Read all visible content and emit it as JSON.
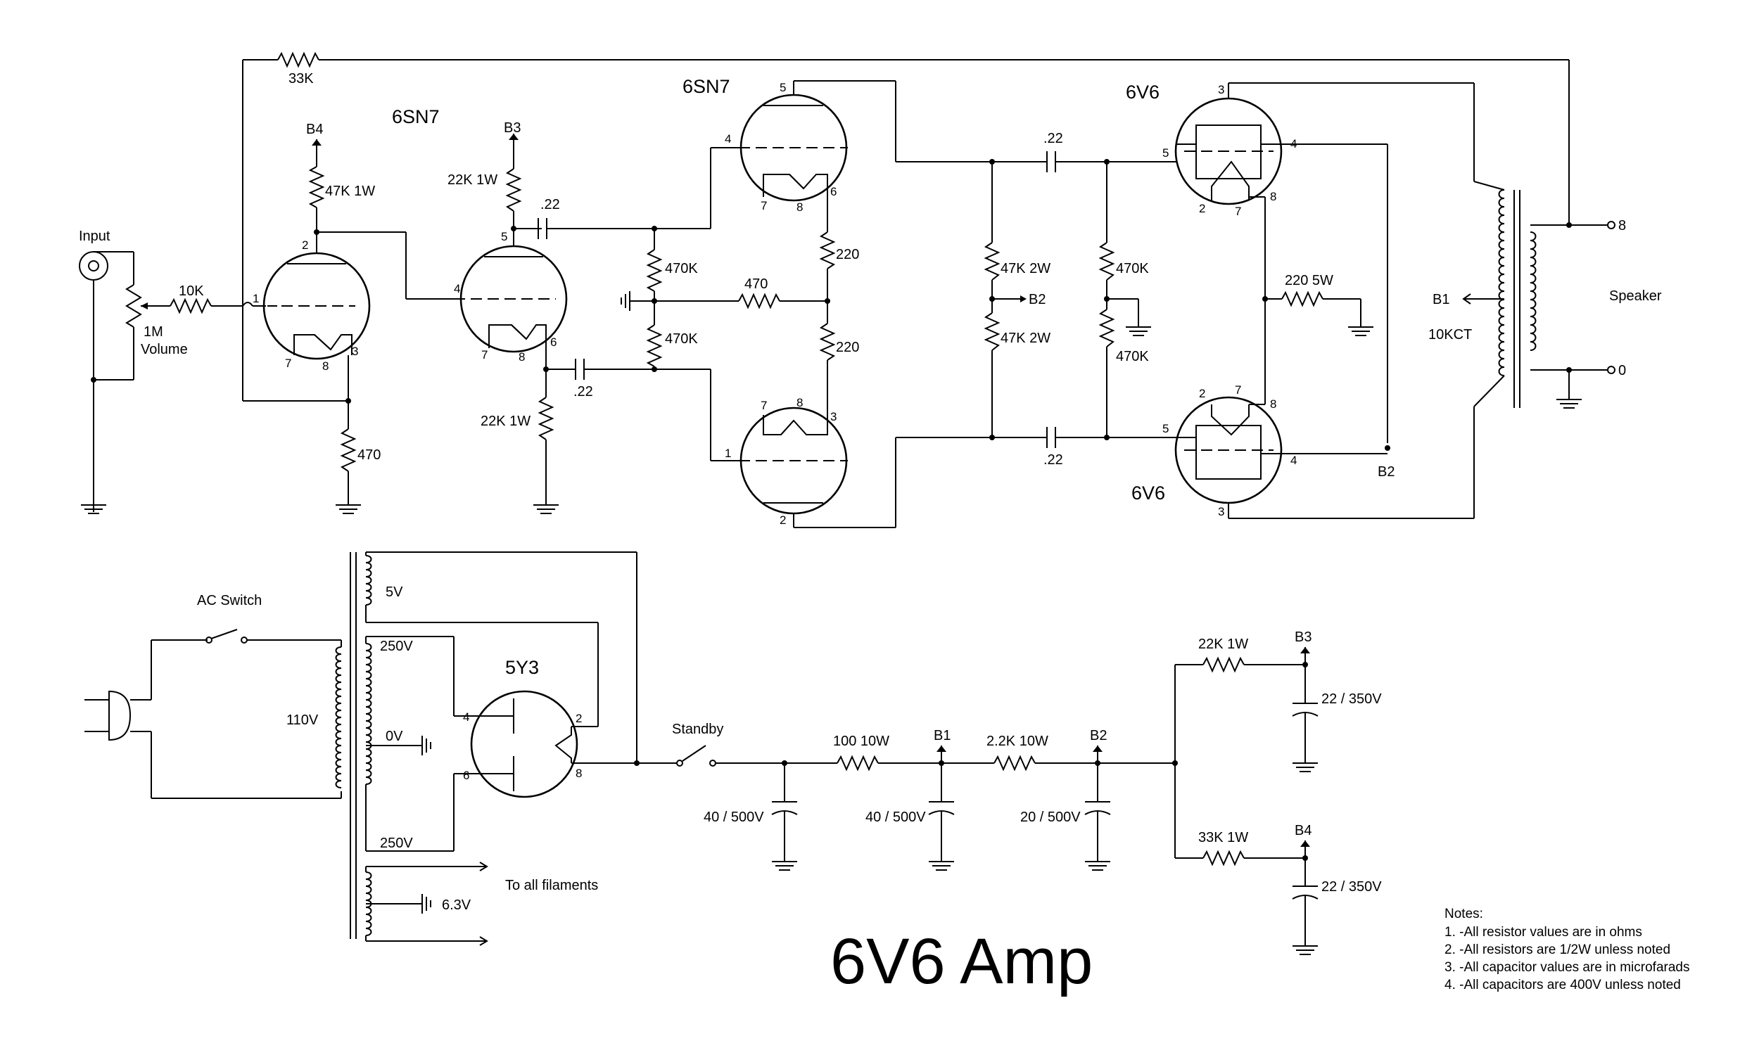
{
  "title": "6V6 Amp",
  "input": {
    "label": "Input",
    "pot_value": "1M",
    "pot_name": "Volume"
  },
  "tubes": {
    "v1": "6SN7",
    "v2": "6SN7",
    "v3": "6V6",
    "v4": "6V6",
    "rect": "5Y3"
  },
  "resistors": {
    "r_fb": "33K",
    "r_grid": "10K",
    "r_plate1": "47K 1W",
    "r_cath1": "470",
    "r_plate2": "22K 1W",
    "r_cath2": "22K 1W",
    "r_pi_g1": "470K",
    "r_pi_g2": "470K",
    "r_pi_tail": "470",
    "r_pi_p1": "220",
    "r_pi_p2": "220",
    "r_bias1": "47K 2W",
    "r_bias2": "47K 2W",
    "r_grid_top": "470K",
    "r_grid_bot": "470K",
    "r_cath_out": "220 5W"
  },
  "caps": {
    "c1": ".22",
    "c2": ".22",
    "c3": ".22",
    "c4": ".22"
  },
  "rails": {
    "b1": "B1",
    "b2": "B2",
    "b3": "B3",
    "b4": "B4"
  },
  "output": {
    "ct": "10KCT",
    "speaker": "Speaker",
    "tap_8": "8",
    "tap_0": "0"
  },
  "power": {
    "ac_switch": "AC Switch",
    "mains": "110V",
    "sec_5v": "5V",
    "sec_250a": "250V",
    "sec_0v": "0V",
    "sec_250b": "250V",
    "sec_63": "6.3V",
    "filaments": "To all filaments",
    "standby": "Standby",
    "r_supply1": "100 10W",
    "r_supply2": "2.2K 10W",
    "r_supply3": "22K 1W",
    "r_supply4": "33K 1W",
    "c_filter1": "40 / 500V",
    "c_filter2": "40 / 500V",
    "c_filter3": "20 / 500V",
    "c_filter4": "22 / 350V",
    "c_filter5": "22 / 350V"
  },
  "notes": {
    "heading": "Notes:",
    "items": [
      "1. -All resistor values are in ohms",
      "2. -All resistors are 1/2W unless noted",
      "3. -All capacitor values are in microfarads",
      "4. -All capacitors are 400V unless noted"
    ]
  }
}
